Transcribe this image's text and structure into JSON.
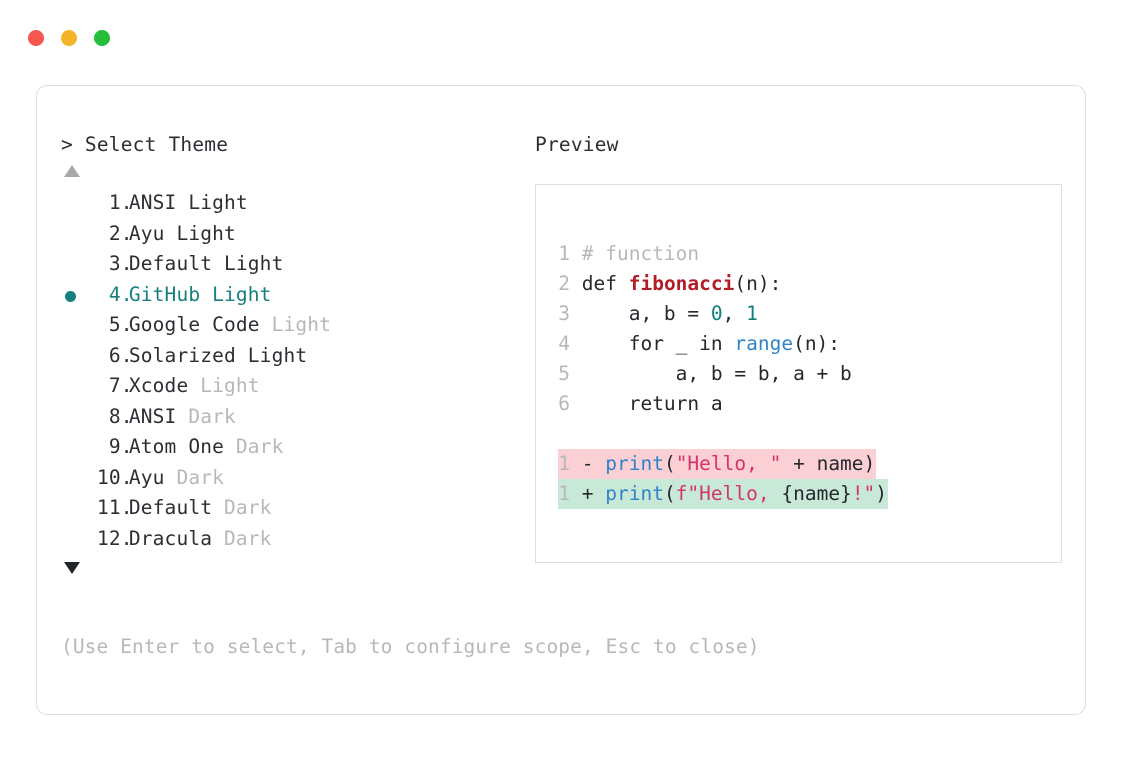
{
  "window": {
    "traffic_lights": [
      {
        "name": "close",
        "color": "#f5564e"
      },
      {
        "name": "minimize",
        "color": "#f4b427"
      },
      {
        "name": "maximize",
        "color": "#25bd39"
      }
    ]
  },
  "left_panel": {
    "prompt": "> Select Theme",
    "scroll_up_icon": "triangle-up-icon",
    "scroll_down_icon": "triangle-down-icon",
    "selected_index": 4,
    "selected_color": "#17807f",
    "suffix_color": "#b6b8ba",
    "items": [
      {
        "num": " 1.",
        "name": "ANSI Light",
        "suffix": "",
        "selected": false
      },
      {
        "num": " 2.",
        "name": "Ayu Light",
        "suffix": "",
        "selected": false
      },
      {
        "num": " 3.",
        "name": "Default Light",
        "suffix": "",
        "selected": false
      },
      {
        "num": " 4.",
        "name": "GitHub Light",
        "suffix": "",
        "selected": true
      },
      {
        "num": " 5.",
        "name": "Google Code ",
        "suffix": "Light",
        "selected": false
      },
      {
        "num": " 6.",
        "name": "Solarized Light",
        "suffix": "",
        "selected": false
      },
      {
        "num": " 7.",
        "name": "Xcode ",
        "suffix": "Light",
        "selected": false
      },
      {
        "num": " 8.",
        "name": "ANSI ",
        "suffix": "Dark",
        "selected": false
      },
      {
        "num": " 9.",
        "name": "Atom One ",
        "suffix": "Dark",
        "selected": false
      },
      {
        "num": "10.",
        "name": "Ayu ",
        "suffix": "Dark",
        "selected": false
      },
      {
        "num": "11.",
        "name": "Default ",
        "suffix": "Dark",
        "selected": false
      },
      {
        "num": "12.",
        "name": "Dracula ",
        "suffix": "Dark",
        "selected": false
      }
    ]
  },
  "right_panel": {
    "title": "Preview",
    "code_lines": [
      {
        "n": "1",
        "tokens": [
          {
            "t": "comment",
            "s": "# function"
          }
        ]
      },
      {
        "n": "2",
        "tokens": [
          {
            "t": "plain",
            "s": "def "
          },
          {
            "t": "func",
            "s": "fibonacci"
          },
          {
            "t": "plain",
            "s": "(n):"
          }
        ]
      },
      {
        "n": "3",
        "tokens": [
          {
            "t": "plain",
            "s": "    a, b = "
          },
          {
            "t": "num",
            "s": "0"
          },
          {
            "t": "plain",
            "s": ", "
          },
          {
            "t": "num",
            "s": "1"
          }
        ]
      },
      {
        "n": "4",
        "tokens": [
          {
            "t": "plain",
            "s": "    for _ in "
          },
          {
            "t": "builtin",
            "s": "range"
          },
          {
            "t": "plain",
            "s": "(n):"
          }
        ]
      },
      {
        "n": "5",
        "tokens": [
          {
            "t": "plain",
            "s": "        a, b = b, a + b"
          }
        ]
      },
      {
        "n": "6",
        "tokens": [
          {
            "t": "plain",
            "s": "    return a"
          }
        ]
      }
    ],
    "diff_lines": [
      {
        "n": "1",
        "kind": "del",
        "sign": "-",
        "bg": "#fbd0d4",
        "tokens": [
          {
            "t": "call",
            "s": "print"
          },
          {
            "t": "plain",
            "s": "("
          },
          {
            "t": "str",
            "s": "\"Hello, \""
          },
          {
            "t": "plain",
            "s": " + name)"
          }
        ]
      },
      {
        "n": "1",
        "kind": "add",
        "sign": "+",
        "bg": "#c9e9d8",
        "tokens": [
          {
            "t": "call",
            "s": "print"
          },
          {
            "t": "plain",
            "s": "("
          },
          {
            "t": "str",
            "s": "f\"Hello, "
          },
          {
            "t": "plain",
            "s": "{name}"
          },
          {
            "t": "str",
            "s": "!\""
          },
          {
            "t": "plain",
            "s": ")"
          }
        ]
      }
    ]
  },
  "footer": {
    "hint": "(Use Enter to select, Tab to configure scope, Esc to close)"
  }
}
